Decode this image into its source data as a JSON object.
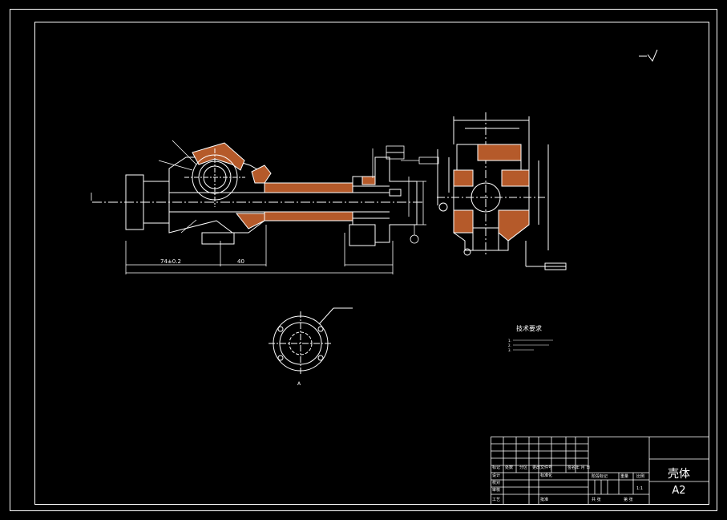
{
  "drawing": {
    "part_title": "壳体",
    "paper_size": "A2",
    "tech_req_heading": "技术要求",
    "tech_req_items": [
      "1.",
      "2.",
      "3."
    ],
    "dims": {
      "overall_left": "74±0.2",
      "middle": "40",
      "total": "",
      "scale_label": "1:1"
    },
    "section_label": "A"
  },
  "title_block": {
    "labels": [
      "标记",
      "处数",
      "分区",
      "更改文件号",
      "签名",
      "年 月 日"
    ],
    "rows": [
      "设计",
      "校对",
      "审核",
      "工艺"
    ],
    "std_label": "标准化",
    "stage_label": "阶段标记",
    "weight_label": "重量",
    "scale_col_label": "比例",
    "scale_value": "1:1",
    "sheet_row": [
      "共 张",
      "第 张"
    ],
    "approve": "批准"
  }
}
